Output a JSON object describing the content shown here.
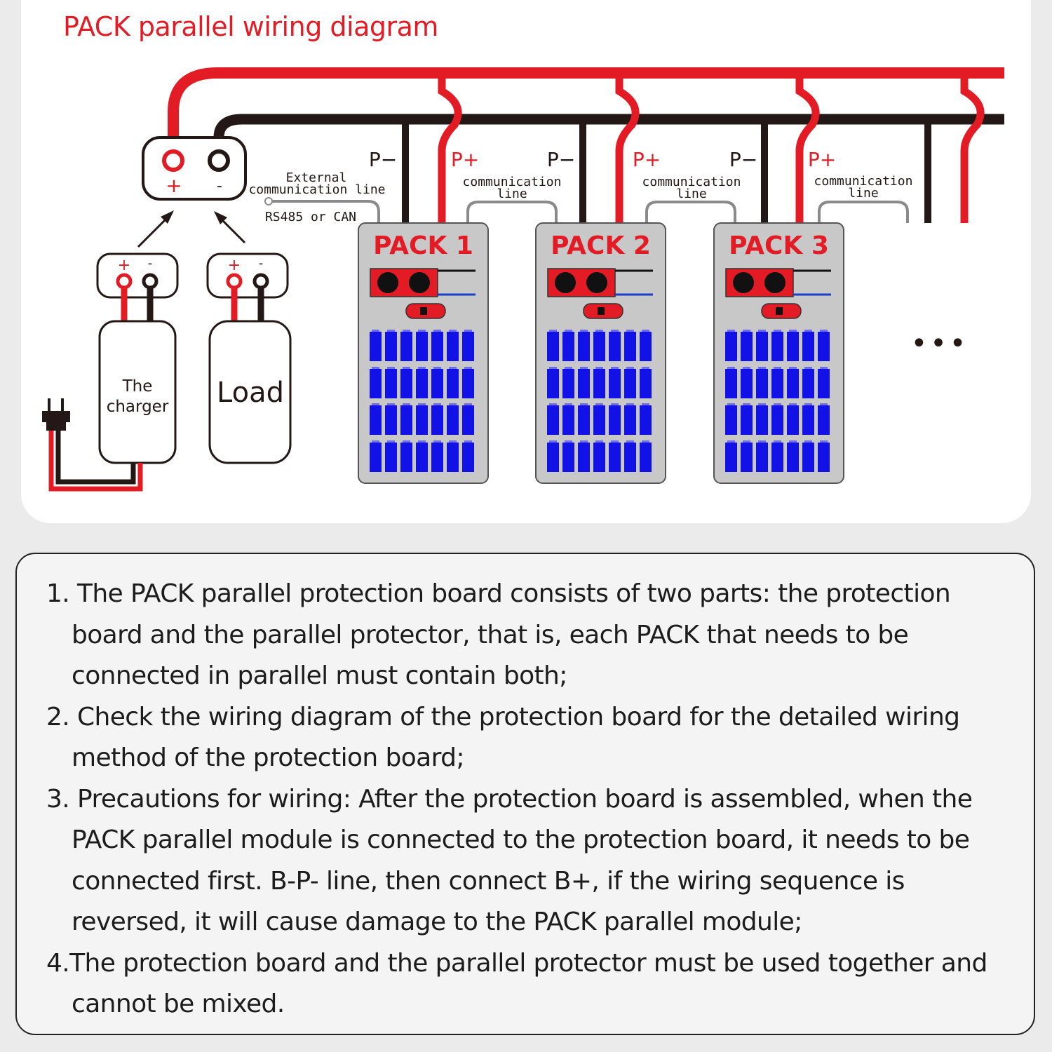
{
  "title": "PACK parallel wiring diagram",
  "colors": {
    "positive_wire": "#e21b25",
    "negative_wire": "#231815",
    "pack_body": "#c8c8c8",
    "cell": "#1212e6",
    "title": "#e21b25"
  },
  "bus": {
    "plus_symbol": "+",
    "minus_symbol": "-",
    "ext_comm_line1": "External",
    "ext_comm_line2": "communication line",
    "rs485": "RS485 or CAN"
  },
  "devices": {
    "charger": {
      "plus": "+",
      "minus": "-",
      "label1": "The",
      "label2": "charger"
    },
    "load": {
      "plus": "+",
      "minus": "-",
      "label": "Load"
    }
  },
  "packs": [
    {
      "name": "PACK 1",
      "p_minus": "P−",
      "p_plus": "P+",
      "comm1": "communication",
      "comm2": "line"
    },
    {
      "name": "PACK 2",
      "p_minus": "P−",
      "p_plus": "P+",
      "comm1": "communication",
      "comm2": "line"
    },
    {
      "name": "PACK 3",
      "p_minus": "P−",
      "p_plus": "P+",
      "comm1": "communication",
      "comm2": "line"
    }
  ],
  "ellipsis": "•••",
  "notes": [
    "1. The PACK parallel protection board consists of two parts: the protection board and the parallel protector, that is, each PACK that needs to be connected in parallel must contain both;",
    "2. Check the wiring diagram of the protection board for the detailed wiring method of the protection board;",
    "3. Precautions for wiring: After the protection board is assembled, when the PACK parallel module is connected to the protection board, it needs to be connected first. B-P- line, then connect B+, if the wiring sequence is reversed, it will cause damage to the PACK parallel module;",
    "4.The protection board and the parallel protector must be used together and cannot be mixed."
  ]
}
